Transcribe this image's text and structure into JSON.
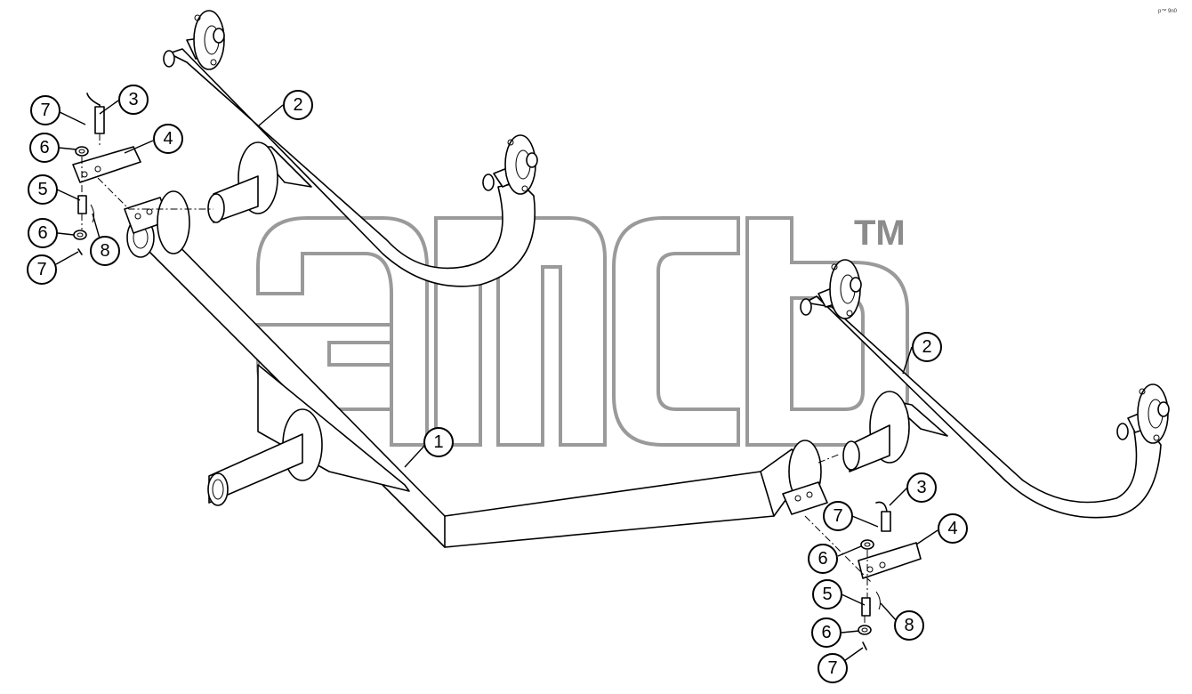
{
  "diagram": {
    "corner_code": "p™ 9n0",
    "watermark_trademark": "TM",
    "callouts": [
      {
        "id": "c7a",
        "label": "7"
      },
      {
        "id": "c3a",
        "label": "3"
      },
      {
        "id": "c6a",
        "label": "6"
      },
      {
        "id": "c4a",
        "label": "4"
      },
      {
        "id": "c5a",
        "label": "5"
      },
      {
        "id": "c6b",
        "label": "6"
      },
      {
        "id": "c8a",
        "label": "8"
      },
      {
        "id": "c7b",
        "label": "7"
      },
      {
        "id": "c2a",
        "label": "2"
      },
      {
        "id": "c2b",
        "label": "2"
      },
      {
        "id": "c1",
        "label": "1"
      },
      {
        "id": "c3b",
        "label": "3"
      },
      {
        "id": "c7c",
        "label": "7"
      },
      {
        "id": "c4b",
        "label": "4"
      },
      {
        "id": "c6c",
        "label": "6"
      },
      {
        "id": "c5b",
        "label": "5"
      },
      {
        "id": "c8b",
        "label": "8"
      },
      {
        "id": "c6d",
        "label": "6"
      },
      {
        "id": "c7d",
        "label": "7"
      }
    ]
  }
}
